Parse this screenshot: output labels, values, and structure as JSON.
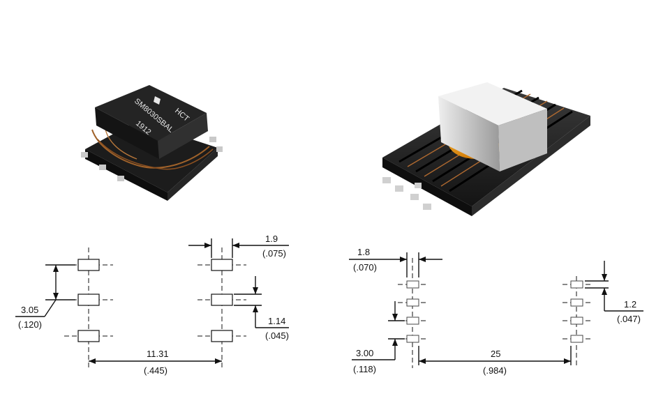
{
  "left_component": {
    "marking_brand": "HCT",
    "marking_part": "SM8030SBAL",
    "marking_code": "1912"
  },
  "left_footprint": {
    "pitch_mm": "3.05",
    "pitch_in": "(.120)",
    "span_mm": "11.31",
    "span_in": "(.445)",
    "pad_width_mm": "1.9",
    "pad_width_in": "(.075)",
    "pad_height_mm": "1.14",
    "pad_height_in": "(.045)"
  },
  "right_footprint": {
    "pad_width_mm": "1.8",
    "pad_width_in": "(.070)",
    "pitch_mm": "3.00",
    "pitch_in": "(.118)",
    "span_mm": "25",
    "span_in": "(.984)",
    "pad_height_mm": "1.2",
    "pad_height_in": "(.047)"
  },
  "colors": {
    "core": "#1b1b1b",
    "winding": "#f0a020",
    "clip": "#d9d9d9",
    "copper": "#b06a30"
  }
}
